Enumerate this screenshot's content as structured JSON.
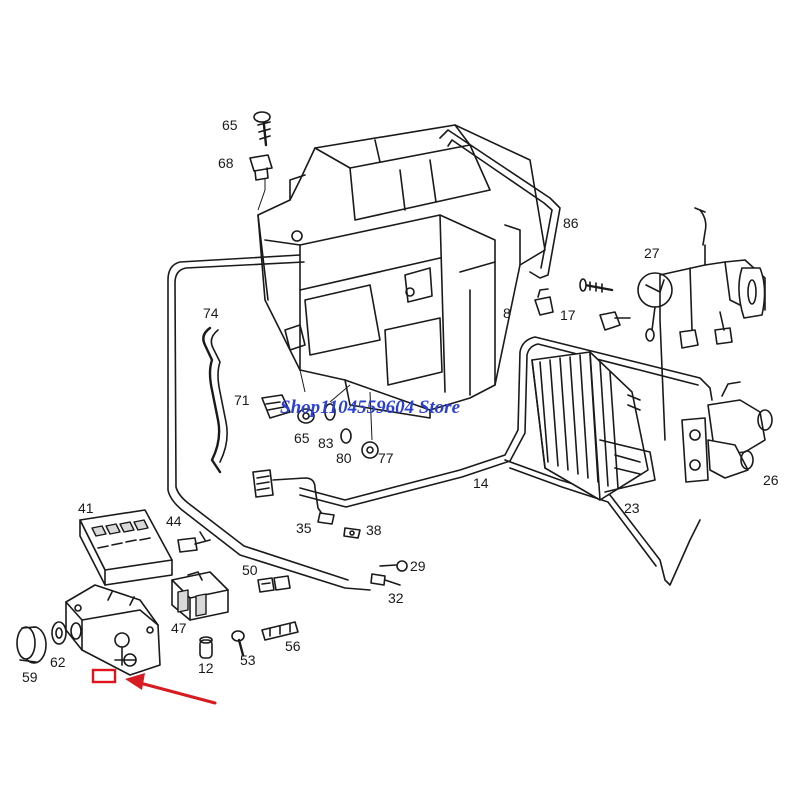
{
  "watermark": "Shop1104559604 Store",
  "labels": {
    "l65a": "65",
    "l68": "68",
    "l86": "86",
    "l27": "27",
    "l74": "74",
    "l8": "8",
    "l17": "17",
    "l71": "71",
    "l65b": "65",
    "l83": "83",
    "l80": "80",
    "l77": "77",
    "l14": "14",
    "l26": "26",
    "l23": "23",
    "l41": "41",
    "l44": "44",
    "l35": "35",
    "l38": "38",
    "l50": "50",
    "l29": "29",
    "l32": "32",
    "l47": "47",
    "l56": "56",
    "l62": "62",
    "l12": "12",
    "l53": "53",
    "l59": "59"
  },
  "highlight": {
    "color": "#e0141e"
  },
  "arrow": {
    "color": "#d81a22"
  }
}
